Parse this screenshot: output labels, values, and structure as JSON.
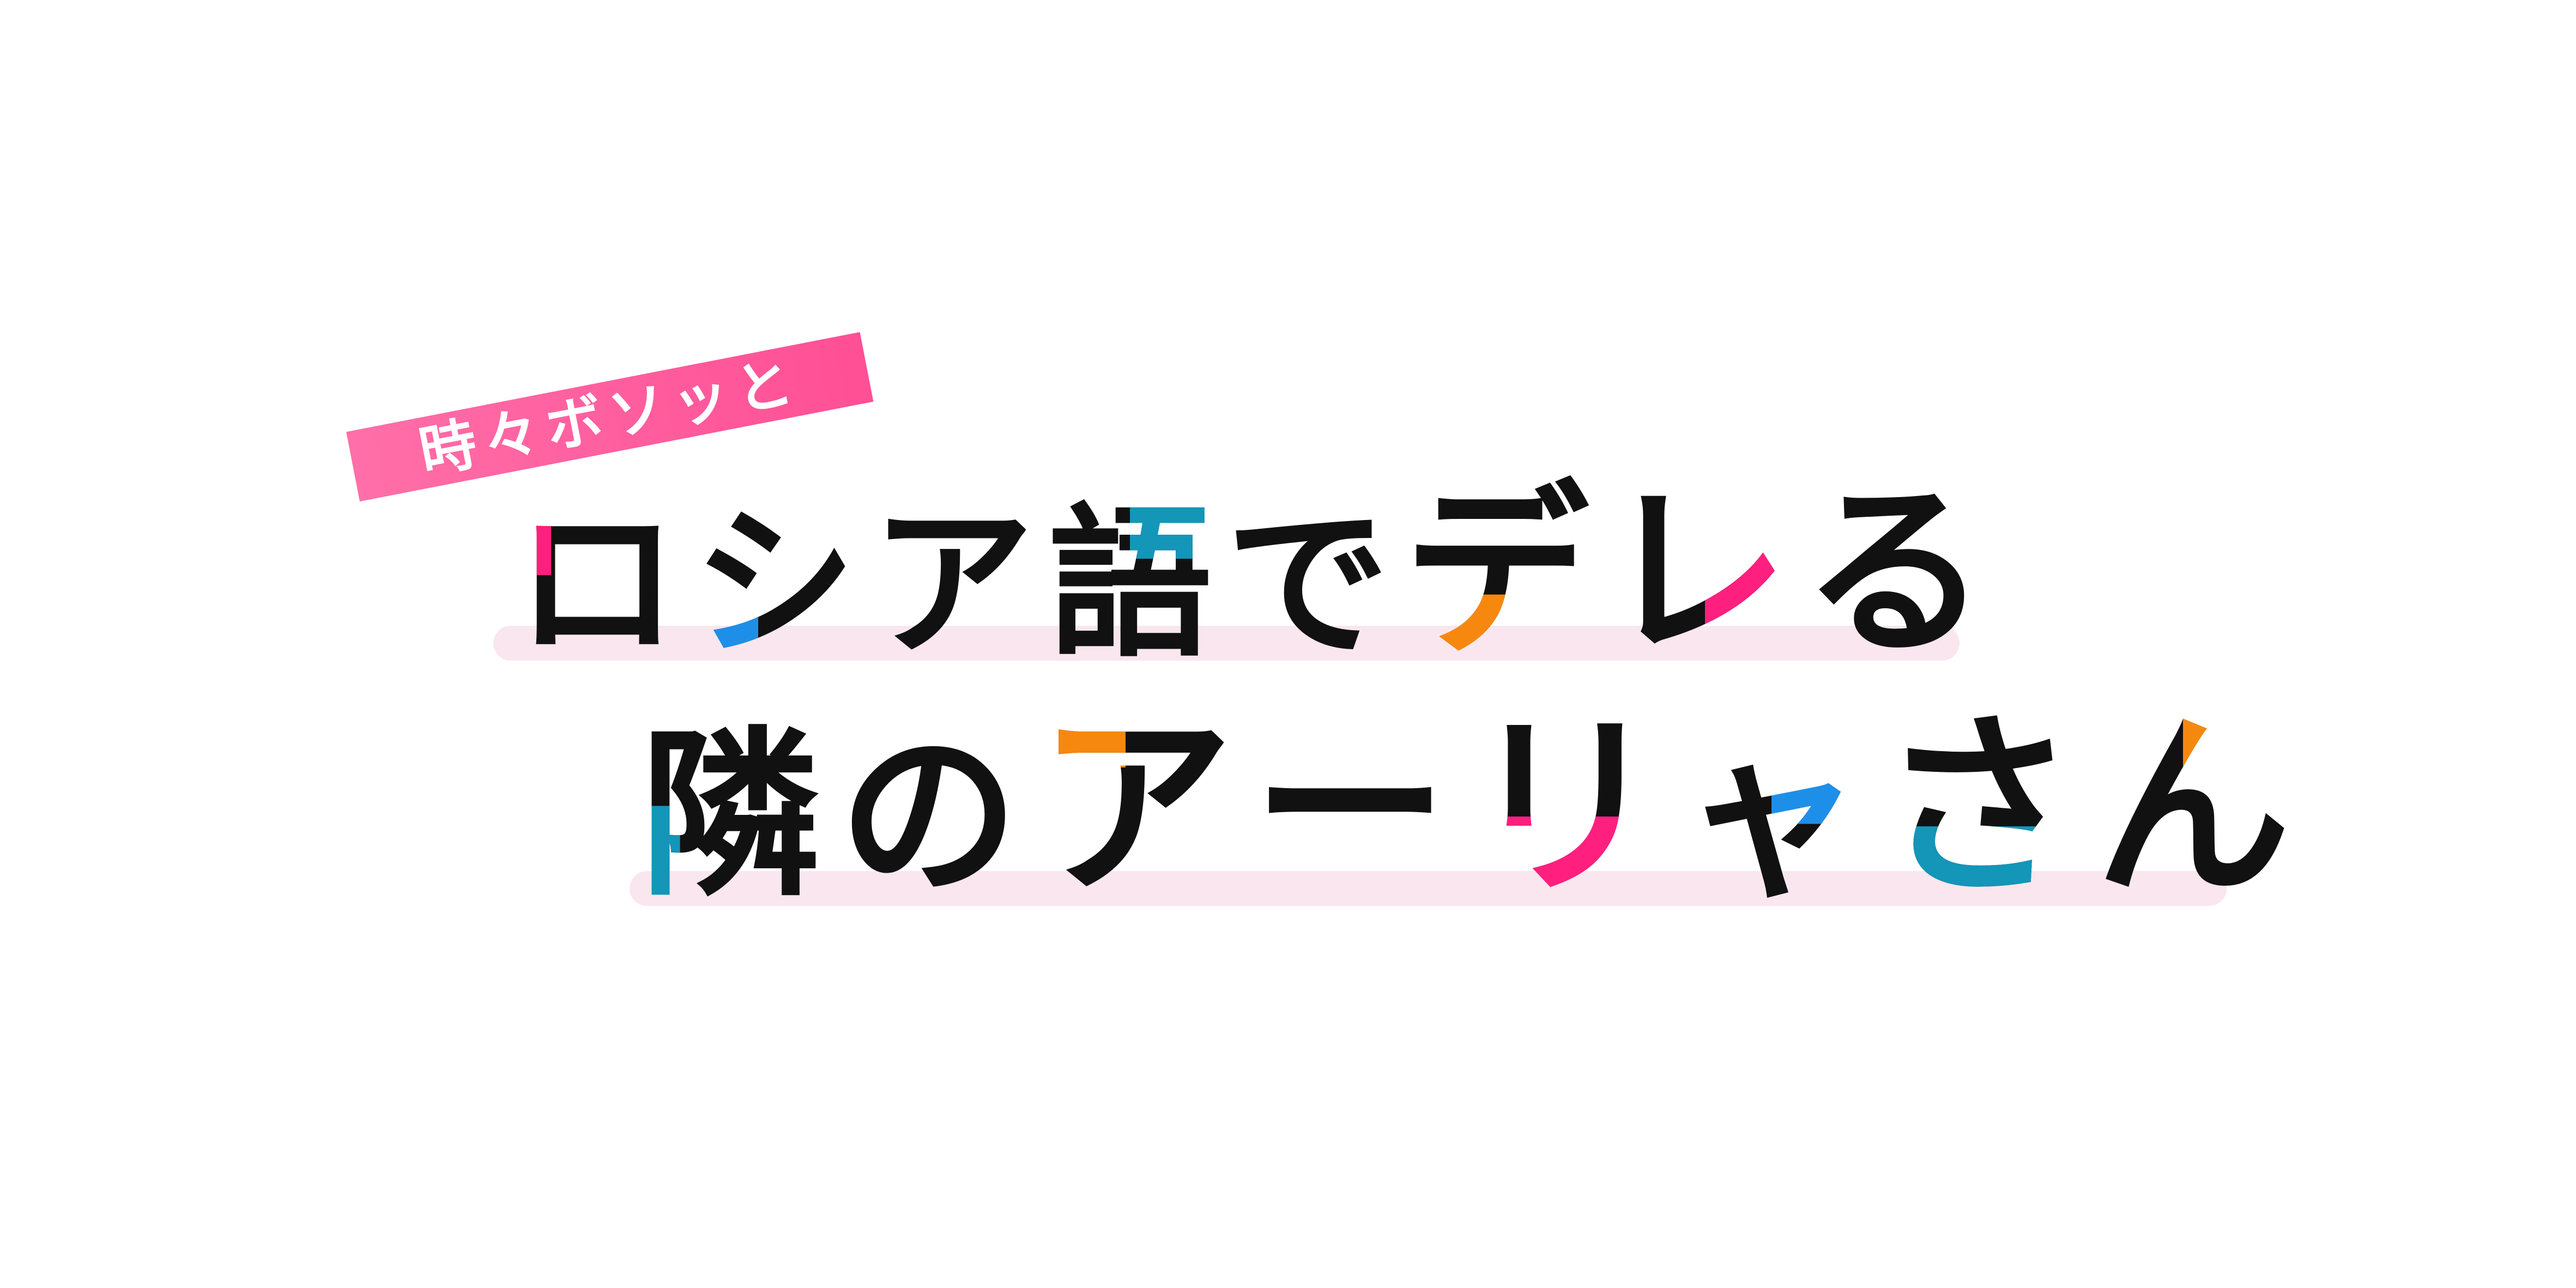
{
  "logo": {
    "tag": "時々ボソッと",
    "line1": [
      "ロ",
      "シ",
      "ア",
      "語",
      "で",
      "デ",
      "レ",
      "る"
    ],
    "line2": [
      "隣",
      "の",
      "ア",
      "ー",
      "リ",
      "ャ",
      "さ",
      "ん"
    ]
  },
  "colors": {
    "tag_bg": "#ff5a9c",
    "tag_text": "#ffffff",
    "text": "#111111",
    "underbar": "#fae6ee",
    "pink": "#ff1f7e",
    "blue": "#1e8fe8",
    "teal": "#1396b8",
    "orange": "#f7880f"
  }
}
